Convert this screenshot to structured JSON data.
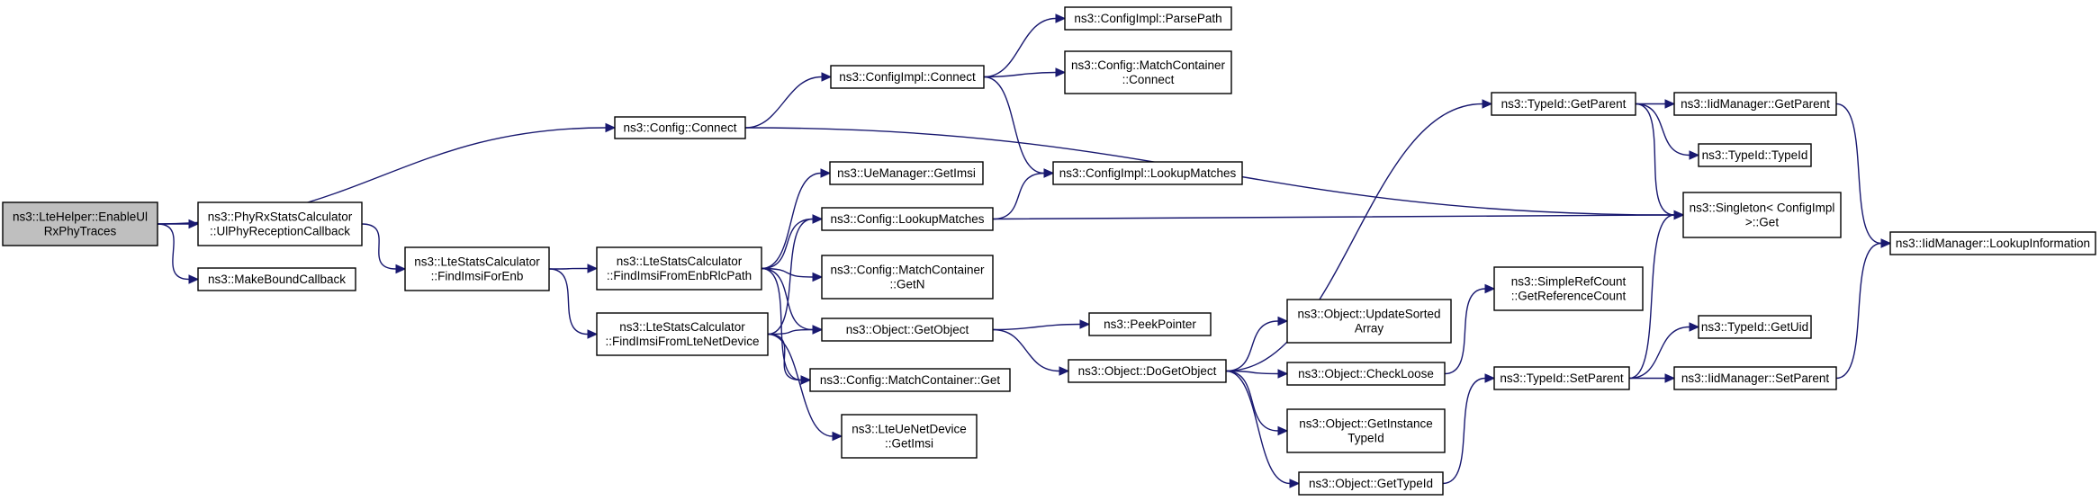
{
  "diagram": {
    "type": "call-graph",
    "nodes": [
      {
        "id": "n0",
        "lines": [
          "ns3::LteHelper::EnableUl",
          "RxPhyTraces"
        ],
        "root": true
      },
      {
        "id": "n1",
        "lines": [
          "ns3::Config::Connect"
        ]
      },
      {
        "id": "n2",
        "lines": [
          "ns3::PhyRxStatsCalculator",
          "::UlPhyReceptionCallback"
        ]
      },
      {
        "id": "n3",
        "lines": [
          "ns3::MakeBoundCallback"
        ]
      },
      {
        "id": "n4",
        "lines": [
          "ns3::ConfigImpl::Connect"
        ]
      },
      {
        "id": "n5",
        "lines": [
          "ns3::Singleton< ConfigImpl",
          " >::Get"
        ]
      },
      {
        "id": "n6",
        "lines": [
          "ns3::ConfigImpl::ParsePath"
        ]
      },
      {
        "id": "n7",
        "lines": [
          "ns3::Config::MatchContainer",
          "::Connect"
        ]
      },
      {
        "id": "n8",
        "lines": [
          "ns3::ConfigImpl::LookupMatches"
        ]
      },
      {
        "id": "n9",
        "lines": [
          "ns3::LteStatsCalculator",
          "::FindImsiForEnb"
        ]
      },
      {
        "id": "n10",
        "lines": [
          "ns3::LteStatsCalculator",
          "::FindImsiFromEnbRlcPath"
        ]
      },
      {
        "id": "n11",
        "lines": [
          "ns3::LteStatsCalculator",
          "::FindImsiFromLteNetDevice"
        ]
      },
      {
        "id": "n12",
        "lines": [
          "ns3::UeManager::GetImsi"
        ]
      },
      {
        "id": "n13",
        "lines": [
          "ns3::Config::LookupMatches"
        ]
      },
      {
        "id": "n14",
        "lines": [
          "ns3::Config::MatchContainer",
          "::GetN"
        ]
      },
      {
        "id": "n15",
        "lines": [
          "ns3::Object::GetObject"
        ]
      },
      {
        "id": "n16",
        "lines": [
          "ns3::Config::MatchContainer::Get"
        ]
      },
      {
        "id": "n17",
        "lines": [
          "ns3::LteUeNetDevice",
          "::GetImsi"
        ]
      },
      {
        "id": "n18",
        "lines": [
          "ns3::PeekPointer"
        ]
      },
      {
        "id": "n19",
        "lines": [
          "ns3::Object::DoGetObject"
        ]
      },
      {
        "id": "n20",
        "lines": [
          "ns3::TypeId::GetParent"
        ]
      },
      {
        "id": "n21",
        "lines": [
          "ns3::Object::UpdateSorted",
          "Array"
        ]
      },
      {
        "id": "n22",
        "lines": [
          "ns3::Object::CheckLoose"
        ]
      },
      {
        "id": "n23",
        "lines": [
          "ns3::Object::GetInstance",
          "TypeId"
        ]
      },
      {
        "id": "n24",
        "lines": [
          "ns3::Object::GetTypeId"
        ]
      },
      {
        "id": "n25",
        "lines": [
          "ns3::SimpleRefCount",
          "::GetReferenceCount"
        ]
      },
      {
        "id": "n26",
        "lines": [
          "ns3::TypeId::SetParent"
        ]
      },
      {
        "id": "n27",
        "lines": [
          "ns3::IidManager::GetParent"
        ]
      },
      {
        "id": "n28",
        "lines": [
          "ns3::TypeId::TypeId"
        ]
      },
      {
        "id": "n29",
        "lines": [
          "ns3::TypeId::GetUid"
        ]
      },
      {
        "id": "n30",
        "lines": [
          "ns3::IidManager::SetParent"
        ]
      },
      {
        "id": "n31",
        "lines": [
          "ns3::IidManager::LookupInformation"
        ]
      }
    ],
    "edges": [
      [
        "n0",
        "n1"
      ],
      [
        "n0",
        "n2"
      ],
      [
        "n0",
        "n3"
      ],
      [
        "n1",
        "n4"
      ],
      [
        "n1",
        "n5"
      ],
      [
        "n4",
        "n6"
      ],
      [
        "n4",
        "n7"
      ],
      [
        "n4",
        "n8"
      ],
      [
        "n2",
        "n9"
      ],
      [
        "n9",
        "n10"
      ],
      [
        "n9",
        "n11"
      ],
      [
        "n10",
        "n12"
      ],
      [
        "n10",
        "n13"
      ],
      [
        "n10",
        "n14"
      ],
      [
        "n10",
        "n15"
      ],
      [
        "n10",
        "n16"
      ],
      [
        "n11",
        "n13"
      ],
      [
        "n11",
        "n15"
      ],
      [
        "n11",
        "n16"
      ],
      [
        "n11",
        "n17"
      ],
      [
        "n13",
        "n8"
      ],
      [
        "n13",
        "n5"
      ],
      [
        "n15",
        "n18"
      ],
      [
        "n15",
        "n19"
      ],
      [
        "n19",
        "n20"
      ],
      [
        "n19",
        "n21"
      ],
      [
        "n19",
        "n22"
      ],
      [
        "n19",
        "n23"
      ],
      [
        "n19",
        "n24"
      ],
      [
        "n22",
        "n25"
      ],
      [
        "n24",
        "n26"
      ],
      [
        "n20",
        "n27"
      ],
      [
        "n20",
        "n28"
      ],
      [
        "n20",
        "n5"
      ],
      [
        "n26",
        "n5"
      ],
      [
        "n26",
        "n29"
      ],
      [
        "n26",
        "n30"
      ],
      [
        "n27",
        "n31"
      ],
      [
        "n30",
        "n31"
      ]
    ]
  }
}
